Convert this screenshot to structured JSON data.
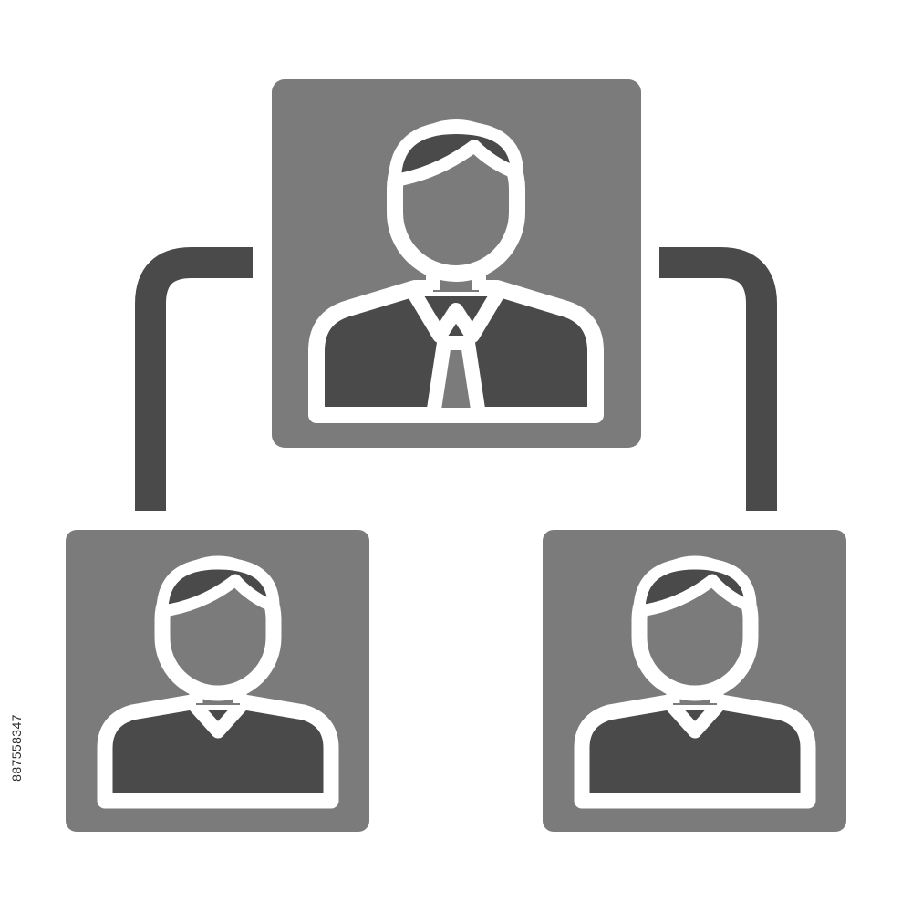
{
  "image": {
    "subject": "org-chart-icon",
    "style": "glyph-grayscale",
    "colors": {
      "background": "#ffffff",
      "card": "#7b7b7b",
      "connector": "#4a4a4a",
      "figure_fill": "#4a4a4a",
      "outline": "#ffffff"
    }
  },
  "nodes": [
    {
      "role": "manager",
      "icon": "businessman-with-tie-icon"
    },
    {
      "role": "employee",
      "icon": "person-icon"
    },
    {
      "role": "employee",
      "icon": "person-icon"
    }
  ],
  "connectors": [
    {
      "from": "manager",
      "to": "employee-left"
    },
    {
      "from": "manager",
      "to": "employee-right"
    }
  ],
  "watermark": {
    "side_id": "887558347"
  }
}
